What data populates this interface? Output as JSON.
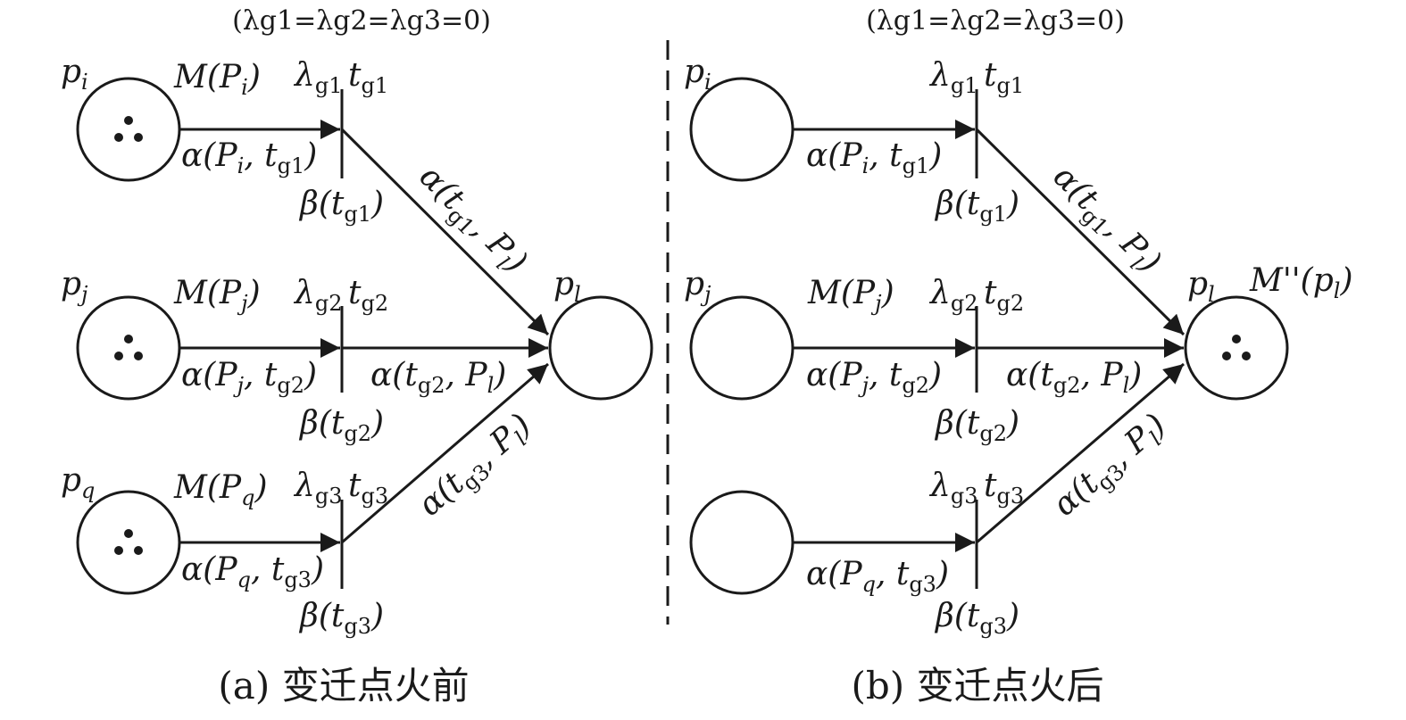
{
  "left": {
    "condition": "(λg1=λg2=λg3=0)",
    "caption": "(a) 变迁点火前",
    "places": [
      {
        "name": "pi",
        "marking": "M(Pi)",
        "tokens": 3
      },
      {
        "name": "pj",
        "marking": "M(Pj)",
        "tokens": 3
      },
      {
        "name": "pq",
        "marking": "M(Pq)",
        "tokens": 3
      }
    ],
    "target": {
      "name": "pl",
      "marking": "",
      "tokens": 0
    },
    "transitions": [
      {
        "lambda": "λg1",
        "name": "tg1",
        "beta": "β(tg1)",
        "in_arc": "α(Pi, tg1)",
        "out_arc": "α(tg1, Pl)"
      },
      {
        "lambda": "λg2",
        "name": "tg2",
        "beta": "β(tg2)",
        "in_arc": "α(Pj, tg2)",
        "out_arc": "α(tg2, Pl)"
      },
      {
        "lambda": "λg3",
        "name": "tg3",
        "beta": "β(tg3)",
        "in_arc": "α(Pq, tg3)",
        "out_arc": "α(tg3, Pl)"
      }
    ]
  },
  "right": {
    "condition": "(λg1=λg2=λg3=0)",
    "caption": "(b) 变迁点火后",
    "places": [
      {
        "name": "pi",
        "marking": "",
        "tokens": 0
      },
      {
        "name": "pj",
        "marking": "M(Pj)",
        "tokens": 0
      },
      {
        "name": "",
        "marking": "",
        "tokens": 0
      }
    ],
    "target": {
      "name": "pl",
      "marking": "M''(pl)",
      "tokens": 3
    },
    "transitions": [
      {
        "lambda": "λg1",
        "name": "tg1",
        "beta": "β(tg1)",
        "in_arc": "α(Pi, tg1)",
        "out_arc": "α(tg1, Pl)"
      },
      {
        "lambda": "λg2",
        "name": "tg2",
        "beta": "β(tg2)",
        "in_arc": "α(Pj, tg2)",
        "out_arc": "α(tg2, Pl)"
      },
      {
        "lambda": "λg3",
        "name": "tg3",
        "beta": "β(tg3)",
        "in_arc": "α(Pq, tg3)",
        "out_arc": "α(tg3, Pl)"
      }
    ]
  },
  "colors": {
    "ink": "#1a1a1a",
    "background": "#ffffff"
  }
}
